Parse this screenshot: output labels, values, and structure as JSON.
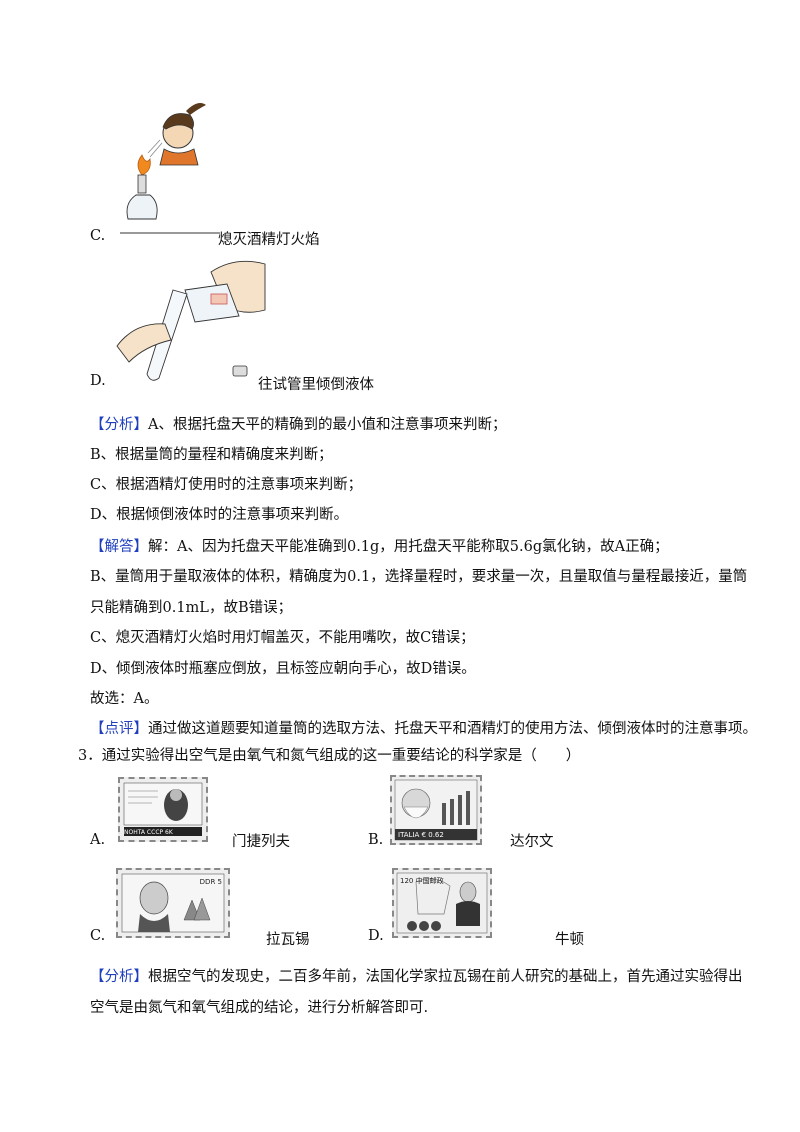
{
  "options_top": [
    {
      "letter": "C.",
      "caption": "熄灭酒精灯火焰"
    },
    {
      "letter": "D.",
      "caption": "往试管里倾倒液体"
    }
  ],
  "analysis": {
    "tag": "【分析】",
    "lines": [
      "A、根据托盘天平的精确到的最小值和注意事项来判断；",
      "B、根据量筒的量程和精确度来判断；",
      "C、根据酒精灯使用时的注意事项来判断；",
      "D、根据倾倒液体时的注意事项来判断。"
    ]
  },
  "answer": {
    "tag": "【解答】",
    "lines": [
      "解：A、因为托盘天平能准确到0.1g，用托盘天平能称取5.6g氯化钠，故A正确；",
      "B、量筒用于量取液体的体积，精确度为0.1，选择量程时，要求量一次，且量取值与量程最接近，量筒",
      "只能精确到0.1mL，故B错误；",
      "C、熄灭酒精灯火焰时用灯帽盖灭，不能用嘴吹，故C错误；",
      "D、倾倒液体时瓶塞应倒放，且标签应朝向手心，故D错误。",
      "故选：A。"
    ]
  },
  "comment": {
    "tag": "【点评】",
    "text": "通过做这道题要知道量筒的选取方法、托盘天平和酒精灯的使用方法、倾倒液体时的注意事项。"
  },
  "question3": {
    "stem": "3．通过实验得出空气是由氧气和氮气组成的这一重要结论的科学家是（　　）",
    "options": [
      {
        "letter": "A.",
        "name": "门捷列夫",
        "stamp_text": "NOHTA CCCP 6K"
      },
      {
        "letter": "B.",
        "name": "达尔文",
        "stamp_text": "ITALIA € 0.62"
      },
      {
        "letter": "C.",
        "name": "拉瓦锡",
        "stamp_text": "DDR 5"
      },
      {
        "letter": "D.",
        "name": "牛顿",
        "stamp_text": "120 中国邮政"
      }
    ]
  },
  "analysis3": {
    "tag": "【分析】",
    "lines": [
      "根据空气的发现史，二百多年前，法国化学家拉瓦锡在前人研究的基础上，首先通过实验得出",
      "空气是由氮气和氧气组成的结论，进行分析解答即可."
    ]
  }
}
